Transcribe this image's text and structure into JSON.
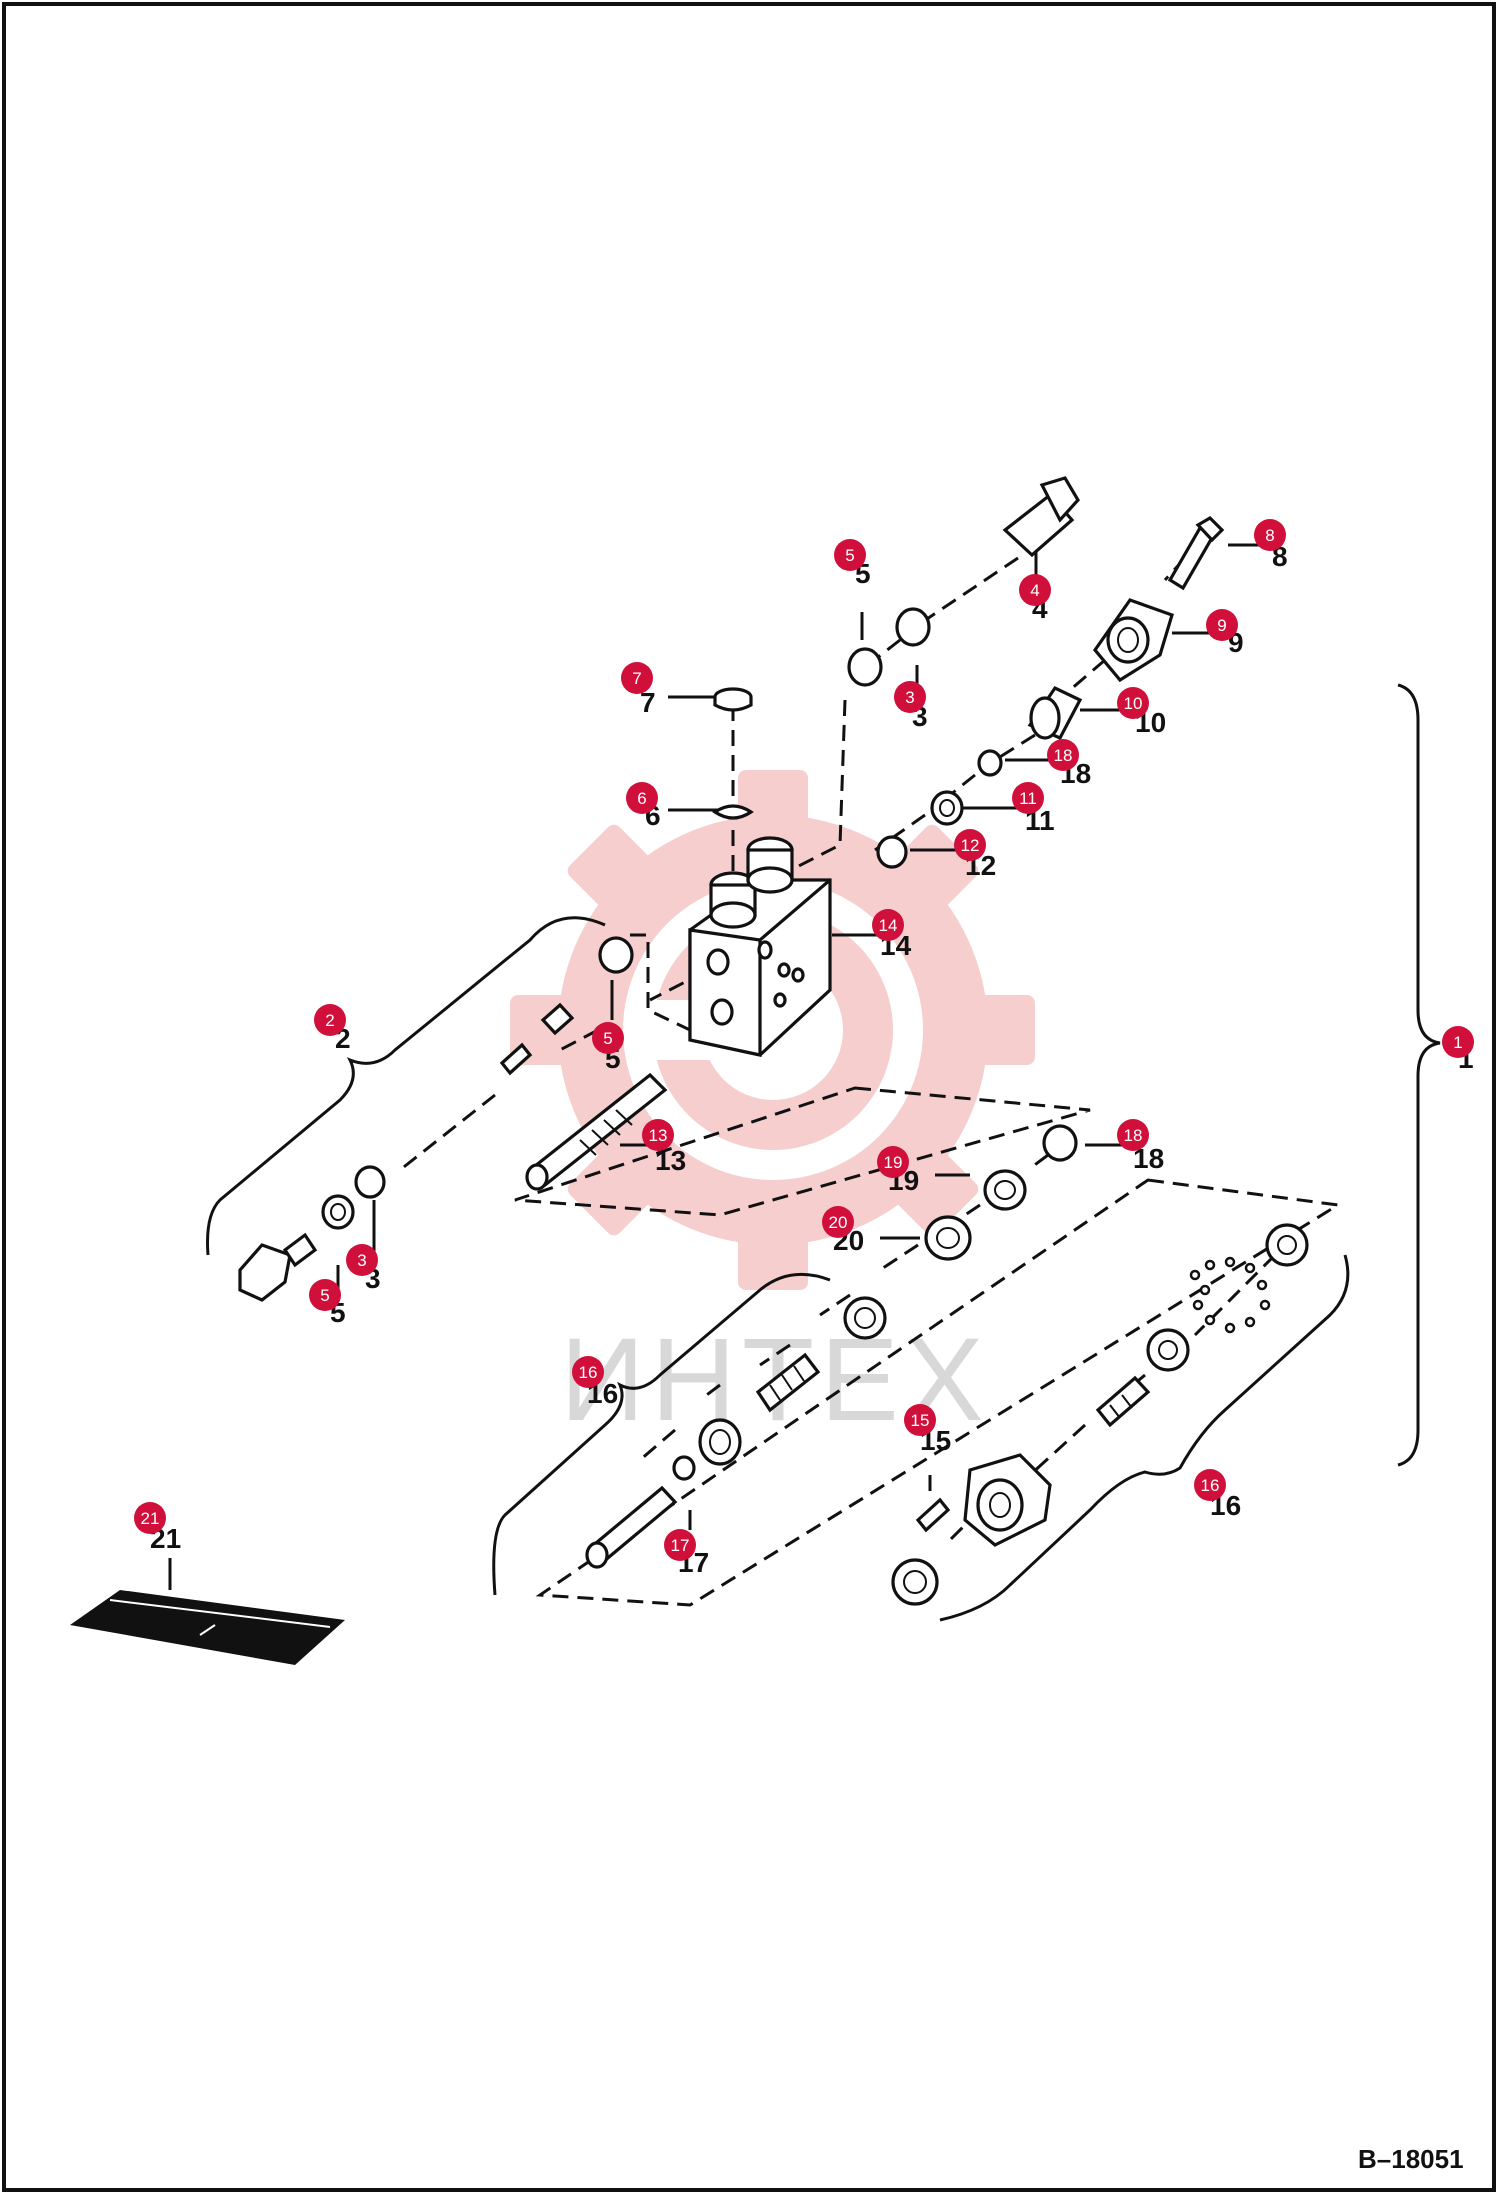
{
  "watermark": "ИНТЕХ",
  "drawing_id": "B–18051",
  "colors": {
    "badge": "#d0103a",
    "watermark_red": "#f6c9c9",
    "ink": "#111111"
  },
  "callouts": [
    {
      "num": "1",
      "badge": "1"
    },
    {
      "num": "2",
      "badge": "2"
    },
    {
      "num": "3",
      "badge": "3"
    },
    {
      "num": "3",
      "badge": "3"
    },
    {
      "num": "4",
      "badge": "4"
    },
    {
      "num": "5",
      "badge": "5"
    },
    {
      "num": "5",
      "badge": "5"
    },
    {
      "num": "5",
      "badge": "5"
    },
    {
      "num": "6",
      "badge": "6"
    },
    {
      "num": "7",
      "badge": "7"
    },
    {
      "num": "8",
      "badge": "8"
    },
    {
      "num": "9",
      "badge": "9"
    },
    {
      "num": "10",
      "badge": "10"
    },
    {
      "num": "11",
      "badge": "11"
    },
    {
      "num": "12",
      "badge": "12"
    },
    {
      "num": "13",
      "badge": "13"
    },
    {
      "num": "14",
      "badge": "14"
    },
    {
      "num": "15",
      "badge": "15"
    },
    {
      "num": "16",
      "badge": "16"
    },
    {
      "num": "16",
      "badge": "16"
    },
    {
      "num": "17",
      "badge": "17"
    },
    {
      "num": "18",
      "badge": "18"
    },
    {
      "num": "18",
      "badge": "18"
    },
    {
      "num": "19",
      "badge": "19"
    },
    {
      "num": "20",
      "badge": "20"
    },
    {
      "num": "21",
      "badge": "21"
    }
  ]
}
